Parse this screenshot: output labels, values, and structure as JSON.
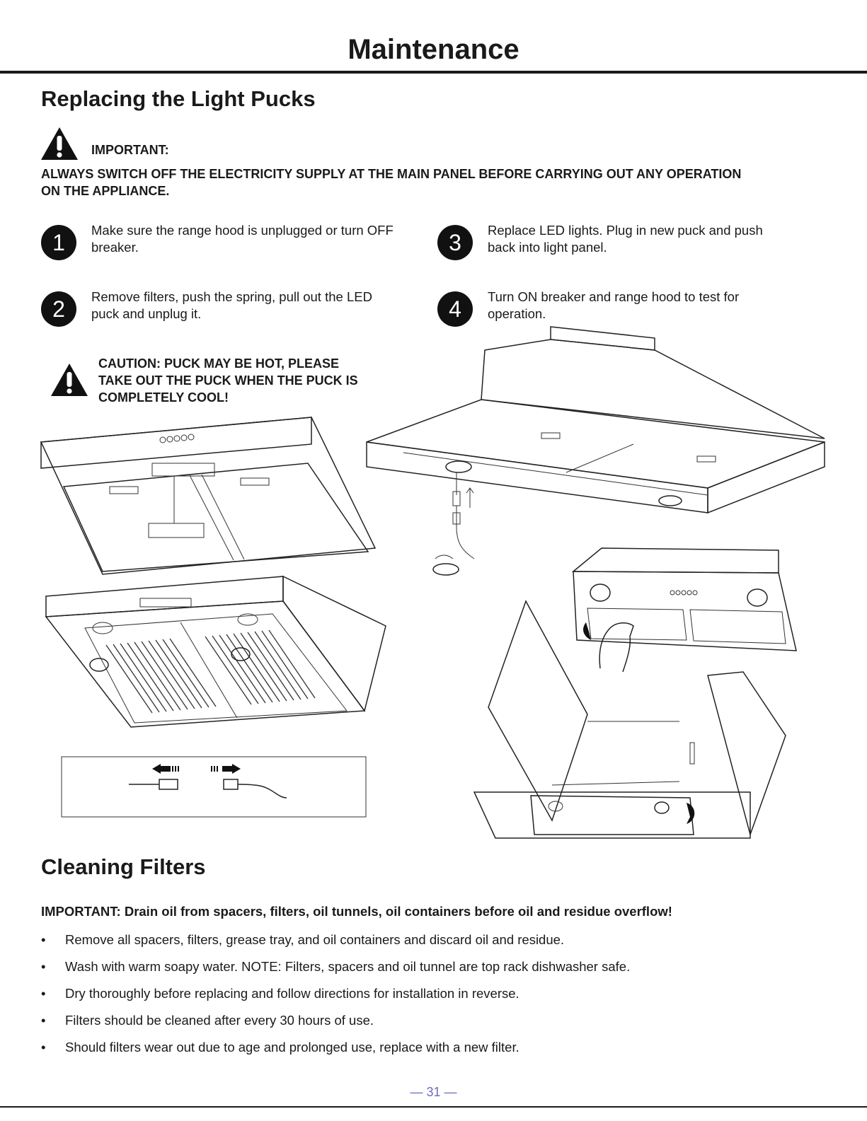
{
  "header": {
    "title": "Maintenance"
  },
  "light_pucks": {
    "heading": "Replacing the Light Pucks",
    "important_label": "IMPORTANT:",
    "warning_line1": "ALWAYS SWITCH OFF THE ELECTRICITY SUPPLY AT THE MAIN PANEL BEFORE CARRYING OUT ANY OPERATION",
    "warning_line2": "ON THE APPLIANCE.",
    "steps": [
      {
        "number": "1",
        "line1": "Make sure the range hood is unplugged or turn OFF",
        "line2": "breaker."
      },
      {
        "number": "2",
        "line1": "Remove filters, push the spring, pull out the LED",
        "line2": "puck and unplug it."
      },
      {
        "number": "3",
        "line1": "Replace LED lights. Plug in new puck and push",
        "line2": "back into light panel."
      },
      {
        "number": "4",
        "line1": "Turn ON breaker and range hood to test for",
        "line2": "operation."
      }
    ],
    "caution_line1": "CAUTION: PUCK MAY BE HOT, PLEASE",
    "caution_line2": "TAKE OUT THE PUCK WHEN THE PUCK IS",
    "caution_line3": "COMPLETELY COOL!"
  },
  "cleaning_filters": {
    "heading": "Cleaning Filters",
    "important": "IMPORTANT: Drain oil from spacers, filters, oil tunnels, oil containers before oil and residue overflow!",
    "bullet_symbol": "•",
    "bullets": [
      "Remove all spacers, filters, grease tray, and oil containers and discard oil and residue.",
      "Wash with warm soapy water. NOTE: Filters, spacers and oil tunnel are top rack dishwasher safe.",
      "Dry thoroughly before replacing and follow directions for installation in reverse.",
      "Filters should be cleaned after every 30 hours of use.",
      "Should filters wear out due to age and prolonged use, replace with a new filter."
    ]
  },
  "footer": {
    "page_number": "— 31 —"
  }
}
